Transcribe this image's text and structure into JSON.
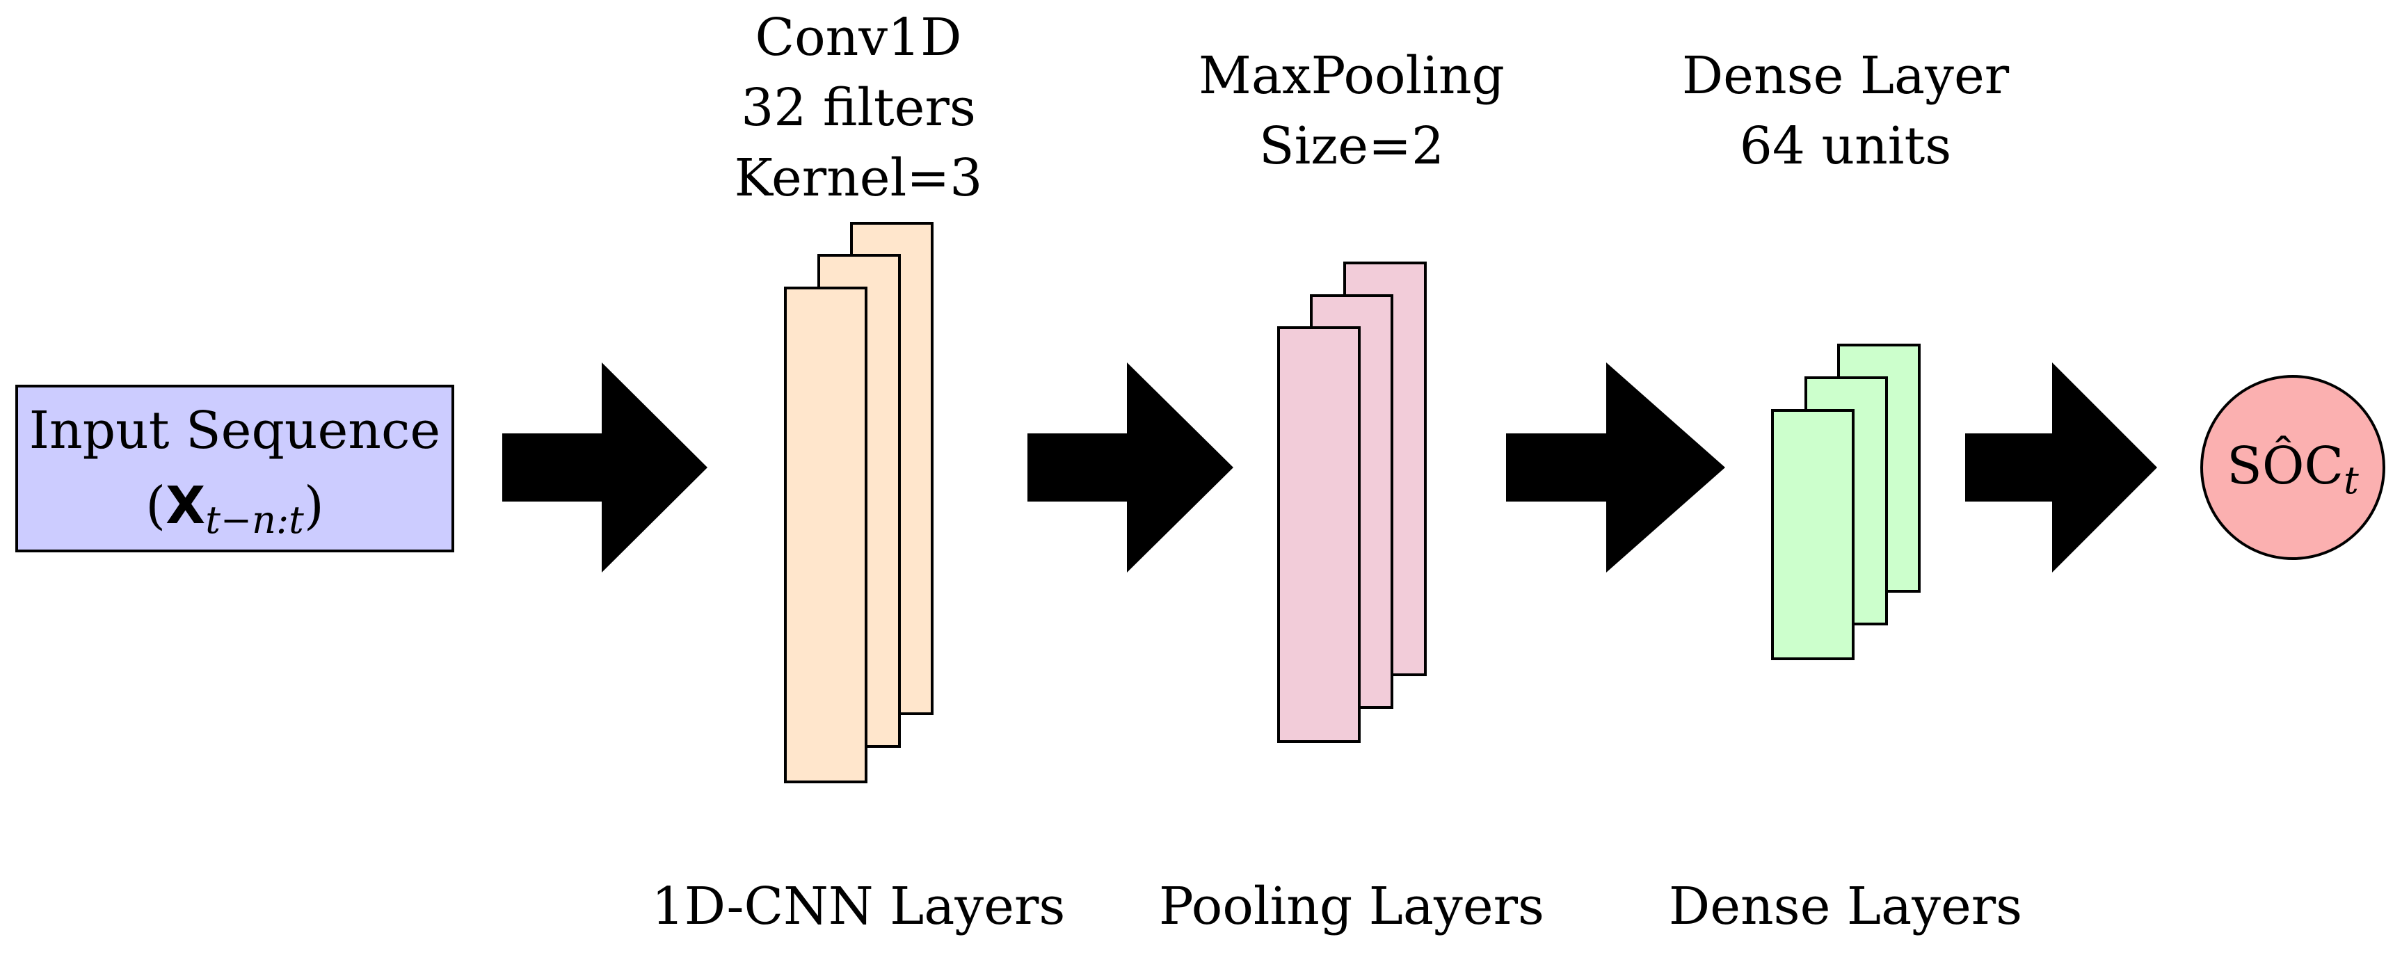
{
  "colors": {
    "input_fill": "#ccccff",
    "conv_fill": "#ffe6cc",
    "pool_fill": "#f2ccd9",
    "dense_fill": "#ccffcc",
    "output_fill": "#fbb0b0",
    "arrow": "#000000",
    "stroke": "#000000"
  },
  "input": {
    "line1": "Input Sequence",
    "line2_open": "(",
    "line2_symbol": "X",
    "line2_sub": "t−n:t",
    "line2_close": ")"
  },
  "conv": {
    "line1": "Conv1D",
    "line2": "32 filters",
    "line3": "Kernel=3",
    "caption": "1D-CNN Layers"
  },
  "pool": {
    "line1": "MaxPooling",
    "line2": "Size=2",
    "caption": "Pooling Layers"
  },
  "dense": {
    "line1": "Dense Layer",
    "line2": "64 units",
    "caption": "Dense Layers"
  },
  "output": {
    "label": "SÔC",
    "sub": "t"
  },
  "arrows": [
    {
      "from": "input",
      "to": "conv"
    },
    {
      "from": "conv",
      "to": "pool"
    },
    {
      "from": "pool",
      "to": "dense"
    },
    {
      "from": "dense",
      "to": "output"
    }
  ]
}
